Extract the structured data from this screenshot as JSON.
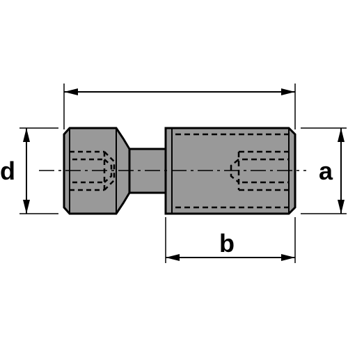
{
  "labels": {
    "d": "d",
    "a": "a",
    "b": "b"
  },
  "colors": {
    "part_fill": "#999999",
    "outline": "#000000",
    "background": "#ffffff"
  }
}
